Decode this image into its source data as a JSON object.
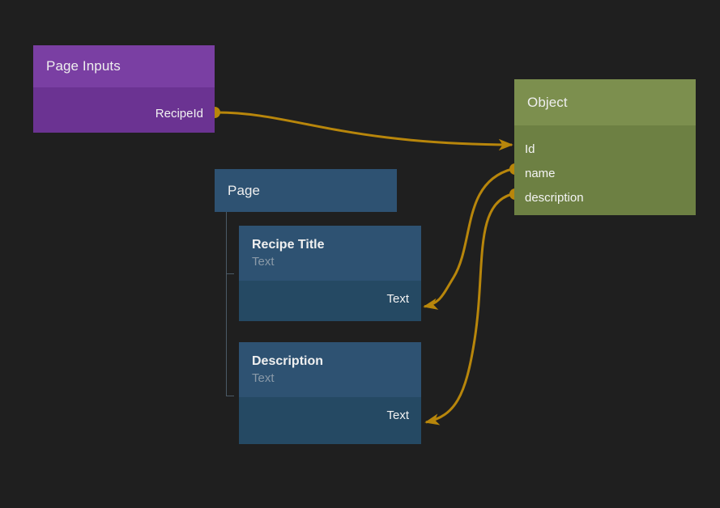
{
  "canvas": {
    "background": "#1f1f1f",
    "edge_color": "#b8860b",
    "port_color": "#b8860b"
  },
  "nodes": {
    "page_inputs": {
      "title": "Page Inputs",
      "header_color": "#7a3fa3",
      "body_color": "#6b3392",
      "outputs": [
        {
          "label": "RecipeId"
        }
      ]
    },
    "object": {
      "title": "Object",
      "header_color": "#7c8f4e",
      "body_color": "#6d8043",
      "fields": [
        {
          "label": "Id",
          "direction": "in"
        },
        {
          "label": "name",
          "direction": "out"
        },
        {
          "label": "description",
          "direction": "out"
        }
      ]
    },
    "page": {
      "title": "Page",
      "header_color": "#2e5272"
    },
    "recipe_title": {
      "title": "Recipe Title",
      "subtitle": "Text",
      "slot_label": "Text",
      "header_color": "#2e5272",
      "body_color": "#254963"
    },
    "description": {
      "title": "Description",
      "subtitle": "Text",
      "slot_label": "Text",
      "header_color": "#2e5272",
      "body_color": "#254963"
    }
  },
  "edges": [
    {
      "from": "page_inputs.RecipeId",
      "to": "object.Id"
    },
    {
      "from": "object.name",
      "to": "recipe_title.Text"
    },
    {
      "from": "object.description",
      "to": "description.Text"
    }
  ]
}
